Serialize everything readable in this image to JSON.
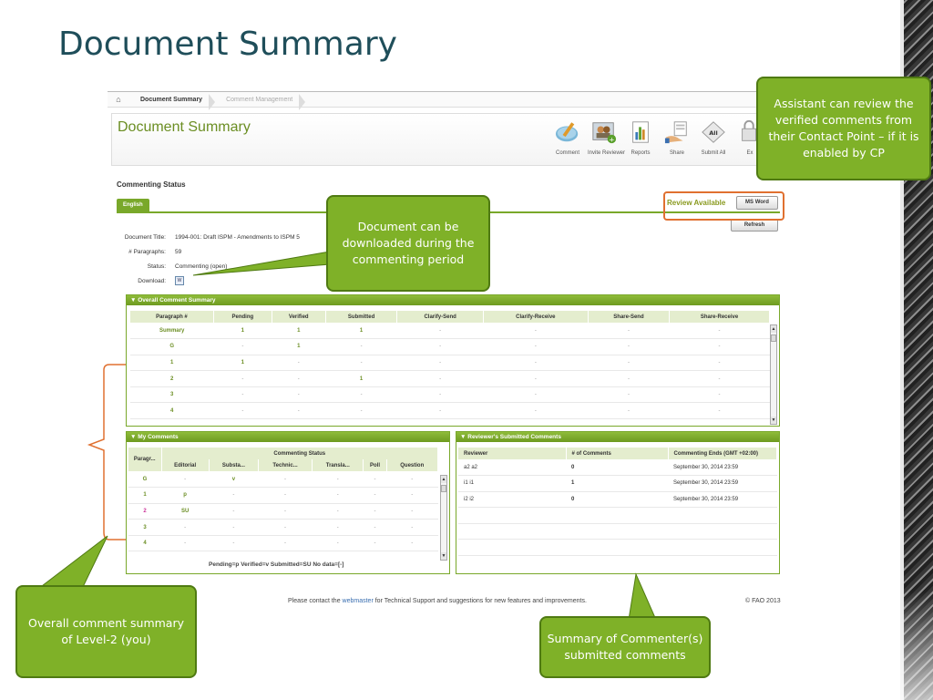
{
  "slide": {
    "title": "Document Summary"
  },
  "breadcrumb": {
    "home_icon": "home-icon",
    "items": [
      "Document Summary",
      "Comment Management"
    ]
  },
  "header": {
    "page_title": "Document Summary"
  },
  "toolbar": {
    "items": [
      {
        "label": "Comment",
        "icon": "comment-icon"
      },
      {
        "label": "Invite Reviewer",
        "icon": "invite-reviewer-icon"
      },
      {
        "label": "Reports",
        "icon": "reports-icon"
      },
      {
        "label": "Share",
        "icon": "share-icon"
      },
      {
        "label": "Submit All",
        "icon": "submit-all-icon"
      },
      {
        "label": "Ex",
        "icon": "export-icon"
      }
    ]
  },
  "commenting_status": {
    "title": "Commenting Status",
    "tab": "English",
    "review_label": "Review Available",
    "msword_label": "MS Word",
    "refresh_label": "Refresh"
  },
  "document": {
    "title_label": "Document Title:",
    "title": "1994-001: Draft ISPM - Amendments to ISPM 5",
    "paragraphs_label": "# Paragraphs:",
    "paragraphs": "59",
    "status_label": "Status:",
    "status": "Commenting (open)",
    "download_label": "Download:",
    "download_icon": "word-document-icon"
  },
  "overall_summary": {
    "title": "Overall Comment Summary",
    "columns": [
      "Paragraph #",
      "Pending",
      "Verified",
      "Submitted",
      "Clarify-Send",
      "Clarify-Receive",
      "Share-Send",
      "Share-Receive"
    ],
    "rows": [
      [
        "Summary",
        "1",
        "1",
        "1",
        "-",
        "-",
        "-",
        "-"
      ],
      [
        "G",
        "-",
        "1",
        "-",
        "-",
        "-",
        "-",
        "-"
      ],
      [
        "1",
        "1",
        "-",
        "-",
        "-",
        "-",
        "-",
        "-"
      ],
      [
        "2",
        "-",
        "-",
        "1",
        "-",
        "-",
        "-",
        "-"
      ],
      [
        "3",
        "-",
        "-",
        "-",
        "-",
        "-",
        "-",
        "-"
      ],
      [
        "4",
        "-",
        "-",
        "-",
        "-",
        "-",
        "-",
        "-"
      ]
    ]
  },
  "my_comments": {
    "title": "My Comments",
    "para_header": "Paragr...",
    "group_header": "Commenting Status",
    "columns": [
      "Editorial",
      "Substa...",
      "Technic...",
      "Transla...",
      "Poll",
      "Question"
    ],
    "rows": [
      [
        "G",
        "-",
        "v",
        "-",
        "-",
        "-",
        "-"
      ],
      [
        "1",
        "p",
        "-",
        "-",
        "-",
        "-",
        "-"
      ],
      [
        "2",
        "SU",
        "-",
        "-",
        "-",
        "-",
        "-"
      ],
      [
        "3",
        "-",
        "-",
        "-",
        "-",
        "-",
        "-"
      ],
      [
        "4",
        "-",
        "-",
        "-",
        "-",
        "-",
        "-"
      ]
    ],
    "legend": "Pending=p   Verified=v   Submitted=SU   No data=[-]"
  },
  "reviewers": {
    "title": "Reviewer's Submitted Comments",
    "columns": [
      "Reviewer",
      "# of Comments",
      "Commenting Ends (GMT +02:00)"
    ],
    "rows": [
      [
        "a2 a2",
        "0",
        "September 30, 2014  23:59"
      ],
      [
        "i1 i1",
        "1",
        "September 30, 2014  23:59"
      ],
      [
        "i2 i2",
        "0",
        "September 30, 2014  23:59"
      ]
    ]
  },
  "footer": {
    "text_before": "Please contact the ",
    "link": "webmaster",
    "text_after": " for Technical Support and suggestions for new features and improvements.",
    "copyright": "© FAO 2013"
  },
  "callouts": {
    "top_right": "Assistant can review the verified comments from their Contact Point – if it is enabled by CP",
    "download": "Document can be downloaded during the commenting period",
    "overall": "Overall comment summary of Level-2 (you)",
    "commenters": "Summary of Commenter(s) submitted comments"
  },
  "colors": {
    "accent": "#79a82a",
    "callout_fill": "#7fb128",
    "highlight": "#e07030",
    "title": "#1f4e5a"
  }
}
